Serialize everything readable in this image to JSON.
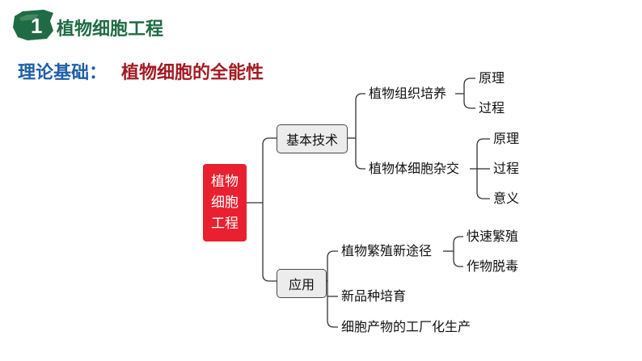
{
  "header": {
    "badge_number": "1",
    "title": "植物细胞工程"
  },
  "subtitle": {
    "label": "理论基础：",
    "value": "植物细胞的全能性"
  },
  "mindmap": {
    "root": "植物细胞工程",
    "branches": [
      {
        "label": "基本技术",
        "children": [
          {
            "label": "植物组织培养",
            "children": [
              "原理",
              "过程"
            ]
          },
          {
            "label": "植物体细胞杂交",
            "children": [
              "原理",
              "过程",
              "意义"
            ]
          }
        ]
      },
      {
        "label": "应用",
        "children": [
          {
            "label": "植物繁殖新途径",
            "children": [
              "快速繁殖",
              "作物脱毒"
            ]
          },
          {
            "label": "新品种培育",
            "children": []
          },
          {
            "label": "细胞产物的工厂化生产",
            "children": []
          }
        ]
      }
    ]
  },
  "colors": {
    "header_green": "#1f6b45",
    "subtitle_blue": "#1f5fa8",
    "subtitle_red": "#a31b23",
    "root_red": "#e8202f",
    "node_gray": "#ececec"
  }
}
